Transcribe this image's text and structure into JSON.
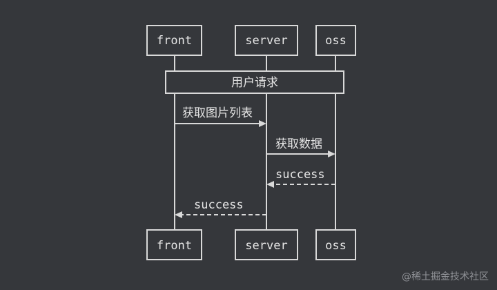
{
  "participants": [
    {
      "name": "front"
    },
    {
      "name": "server"
    },
    {
      "name": "oss"
    }
  ],
  "note": {
    "text": "用户请求"
  },
  "messages": [
    {
      "text": "获取图片列表",
      "style": "solid"
    },
    {
      "text": "获取数据",
      "style": "solid"
    },
    {
      "text": "success",
      "style": "dashed"
    },
    {
      "text": "success",
      "style": "dashed"
    }
  ],
  "watermark": "@稀土掘金技术社区",
  "colors": {
    "background": "#35373b",
    "line": "#d9d9d9",
    "text": "#e6e6e6"
  }
}
